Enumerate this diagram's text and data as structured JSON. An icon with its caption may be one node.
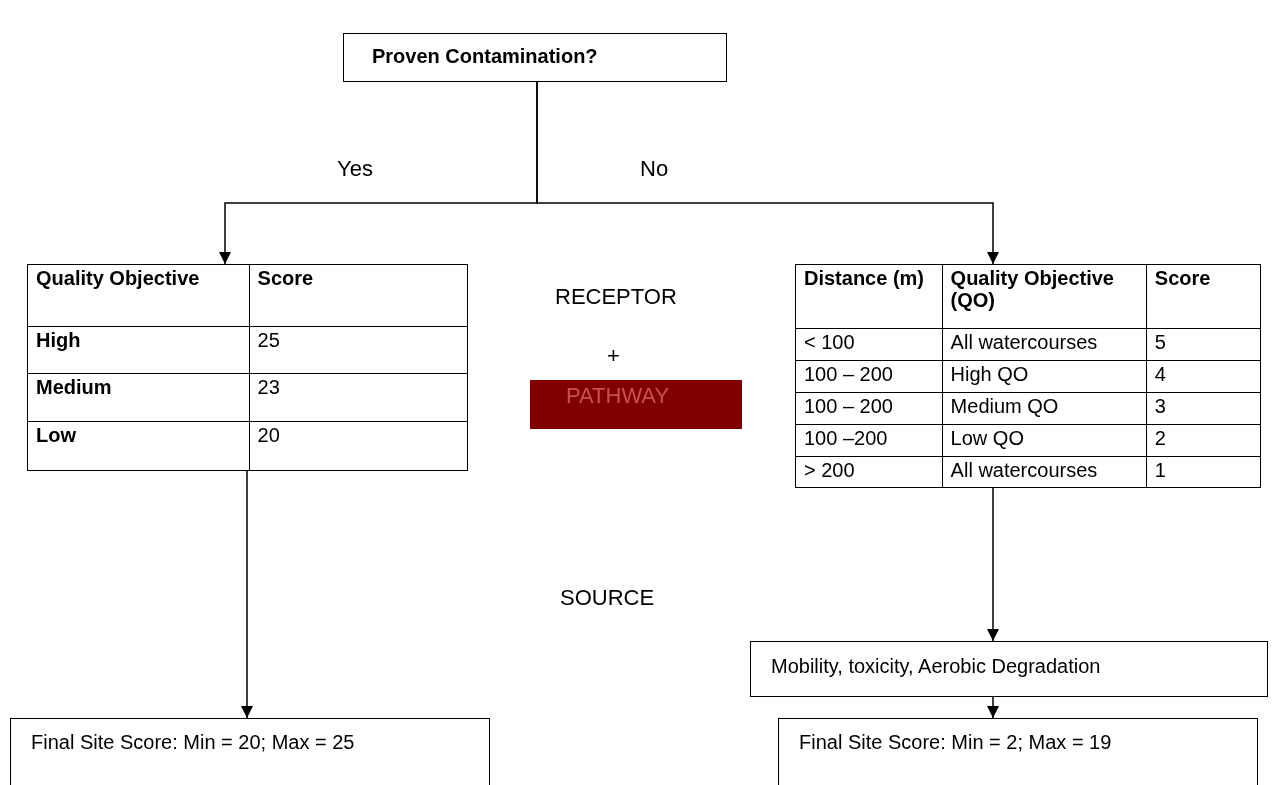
{
  "diagram": {
    "nodes": [
      {
        "text": [
          "Proven Contamination?"
        ]
      },
      {
        "text": [
          "Quality Objective",
          "Score",
          "High",
          "25",
          "Medium",
          "23",
          "Low",
          "20"
        ]
      },
      {
        "text": [
          "Distance (m)",
          "Quality Objective (QO)",
          "Score",
          "< 100",
          "All watercourses",
          "5",
          "100 – 200",
          "High QO",
          "4",
          "100 – 200",
          "Medium QO",
          "3",
          "100 –200",
          "Low QO",
          "2",
          "> 200",
          "All watercourses",
          "1"
        ]
      },
      {
        "text": [
          "PATHWAY"
        ]
      },
      {
        "text": [
          "Mobility, toxicity, Aerobic Degradation"
        ]
      },
      {
        "text": [
          "Final Site Score: Min = 20; Max = 25"
        ]
      },
      {
        "text": [
          "Final Site Score: Min = 2; Max = 19"
        ]
      }
    ],
    "edges": [
      {
        "from": 0,
        "to": 1,
        "arrow": "to",
        "label": "Yes"
      },
      {
        "from": 0,
        "to": 2,
        "arrow": "to",
        "label": "No"
      },
      {
        "from": 1,
        "to": 5,
        "arrow": "to"
      },
      {
        "from": 2,
        "to": 4,
        "arrow": "to"
      },
      {
        "from": 4,
        "to": 6,
        "arrow": "to"
      }
    ],
    "labels": [
      "RECEPTOR",
      "+",
      "SOURCE"
    ]
  }
}
